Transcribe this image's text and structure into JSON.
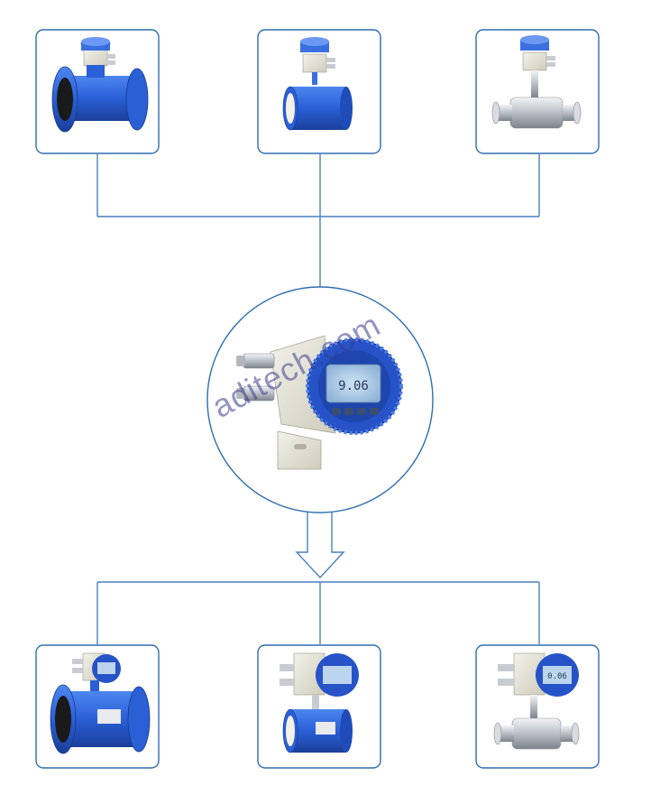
{
  "watermark": {
    "text": "aditech.com"
  },
  "converter": {
    "display_readout": "9.06"
  },
  "products": {
    "top": [
      {
        "icon": "flanged-flowmeter-sensor-icon"
      },
      {
        "icon": "wafer-flowmeter-sensor-icon"
      },
      {
        "icon": "sanitary-clamp-flowmeter-sensor-icon"
      }
    ],
    "bottom": [
      {
        "icon": "flanged-flowmeter-with-converter-icon",
        "display_readout": ""
      },
      {
        "icon": "wafer-flowmeter-with-converter-icon",
        "display_readout": ""
      },
      {
        "icon": "sanitary-flowmeter-with-converter-icon",
        "display_readout": "0.06"
      }
    ]
  },
  "colors": {
    "frame": "#2f6db0",
    "connector": "#4a7fc0",
    "body_blue": "#2a5fd6",
    "cream": "#e8e6d8",
    "steel": "#c8ccd2"
  }
}
